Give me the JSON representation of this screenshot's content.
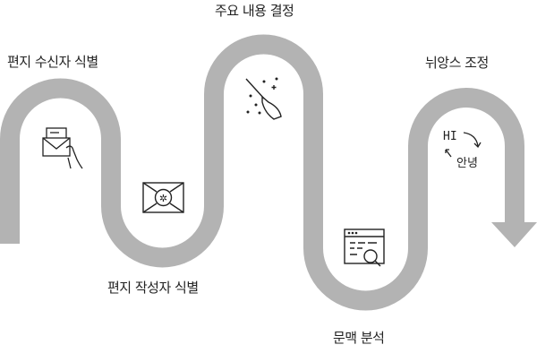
{
  "title": "편지 작성 단계",
  "colors": {
    "road": "#b3b3b3",
    "ink": "#222222"
  },
  "steps": [
    {
      "label": "편지 수신자 식별",
      "icon": "envelope-hand-icon"
    },
    {
      "label": "편지 작성자 식별",
      "icon": "sealed-envelope-icon"
    },
    {
      "label": "주요 내용 결정",
      "icon": "broom-icon"
    },
    {
      "label": "문맥 분석",
      "icon": "document-search-icon"
    },
    {
      "label": "뉘앙스 조정",
      "icon": "translate-icon"
    }
  ],
  "translate_icon": {
    "from": "HI",
    "to": "안녕"
  }
}
